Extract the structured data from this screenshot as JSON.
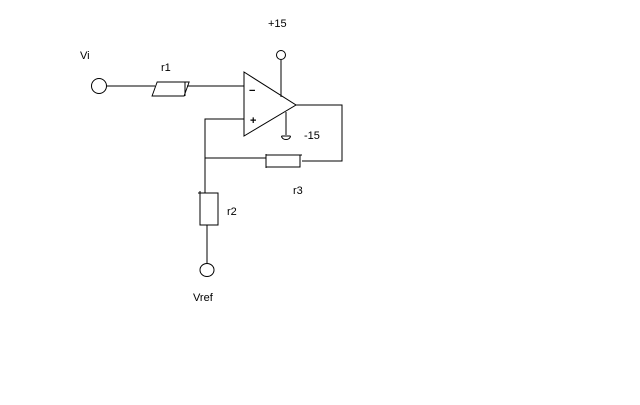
{
  "diagram": {
    "labels": {
      "input": "Vi",
      "r1": "r1",
      "r2": "r2",
      "r3": "r3",
      "vref": "Vref",
      "pos_supply": "+15",
      "neg_supply": "-15",
      "inverting": "−",
      "non_inverting": "+"
    },
    "colors": {
      "ink": "#000000",
      "background": "#ffffff"
    }
  }
}
